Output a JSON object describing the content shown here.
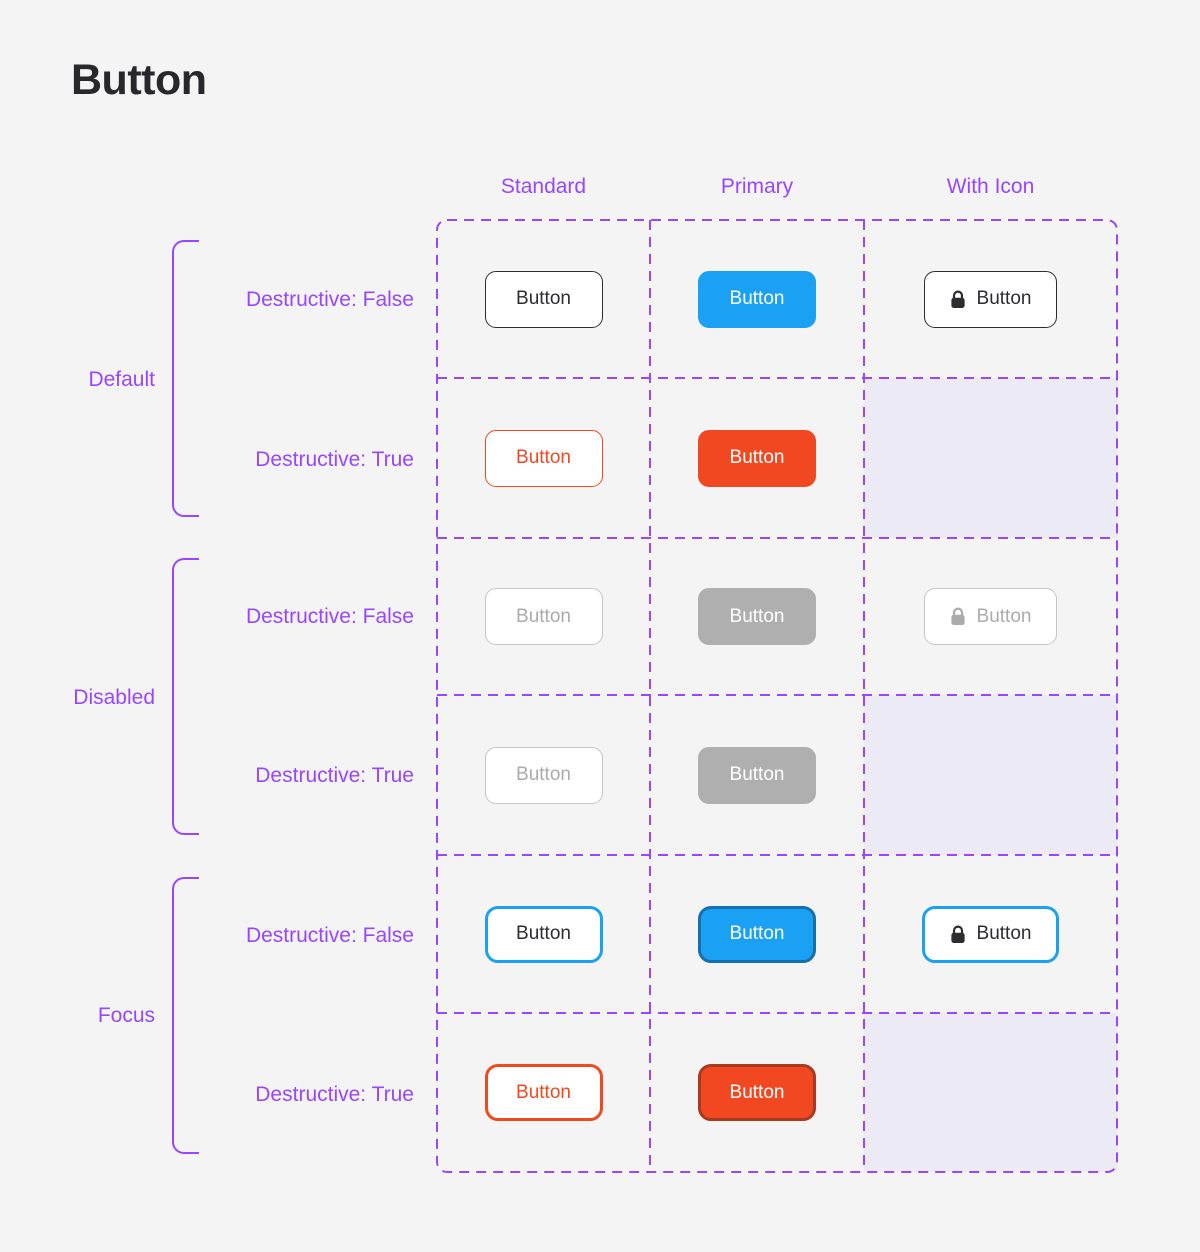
{
  "page": {
    "title": "Button"
  },
  "palette": {
    "background": "#F4F4F5",
    "annotation_purple": "#9747FF",
    "empty_cell_lavender": "#ECEAF4",
    "dark_text": "#2C2C31",
    "primary_blue": "#1BA1F3",
    "focus_blue_ring": "#1470AE",
    "destructive_red": "#F24822",
    "focus_red_ring": "#A83A1D",
    "disabled_fill_gray": "#AFAFAF",
    "disabled_border_gray": "#C6C6C6",
    "disabled_text_gray": "#ABABAB"
  },
  "columns": [
    "Standard",
    "Primary",
    "With Icon"
  ],
  "row_groups": [
    {
      "label": "Default",
      "rows": [
        "Destructive: False",
        "Destructive: True"
      ]
    },
    {
      "label": "Disabled",
      "rows": [
        "Destructive: False",
        "Destructive: True"
      ]
    },
    {
      "label": "Focus",
      "rows": [
        "Destructive: False",
        "Destructive: True"
      ]
    }
  ],
  "button_label": "Button",
  "matrix": [
    {
      "state": "Default",
      "destructive": false,
      "cells": [
        {
          "column": "Standard",
          "variant": "outline-dark"
        },
        {
          "column": "Primary",
          "variant": "filled-blue"
        },
        {
          "column": "With Icon",
          "variant": "outline-dark",
          "icon": "lock-icon"
        }
      ]
    },
    {
      "state": "Default",
      "destructive": true,
      "cells": [
        {
          "column": "Standard",
          "variant": "outline-red"
        },
        {
          "column": "Primary",
          "variant": "filled-red"
        },
        {
          "column": "With Icon",
          "variant": null
        }
      ]
    },
    {
      "state": "Disabled",
      "destructive": false,
      "cells": [
        {
          "column": "Standard",
          "variant": "outline-gray"
        },
        {
          "column": "Primary",
          "variant": "filled-gray"
        },
        {
          "column": "With Icon",
          "variant": "outline-gray",
          "icon": "lock-icon"
        }
      ]
    },
    {
      "state": "Disabled",
      "destructive": true,
      "cells": [
        {
          "column": "Standard",
          "variant": "outline-gray"
        },
        {
          "column": "Primary",
          "variant": "filled-gray"
        },
        {
          "column": "With Icon",
          "variant": null
        }
      ]
    },
    {
      "state": "Focus",
      "destructive": false,
      "cells": [
        {
          "column": "Standard",
          "variant": "focus-outline-blue"
        },
        {
          "column": "Primary",
          "variant": "focus-filled-blue"
        },
        {
          "column": "With Icon",
          "variant": "focus-outline-blue",
          "icon": "lock-icon"
        }
      ]
    },
    {
      "state": "Focus",
      "destructive": true,
      "cells": [
        {
          "column": "Standard",
          "variant": "focus-outline-red"
        },
        {
          "column": "Primary",
          "variant": "focus-filled-red"
        },
        {
          "column": "With Icon",
          "variant": null
        }
      ]
    }
  ]
}
